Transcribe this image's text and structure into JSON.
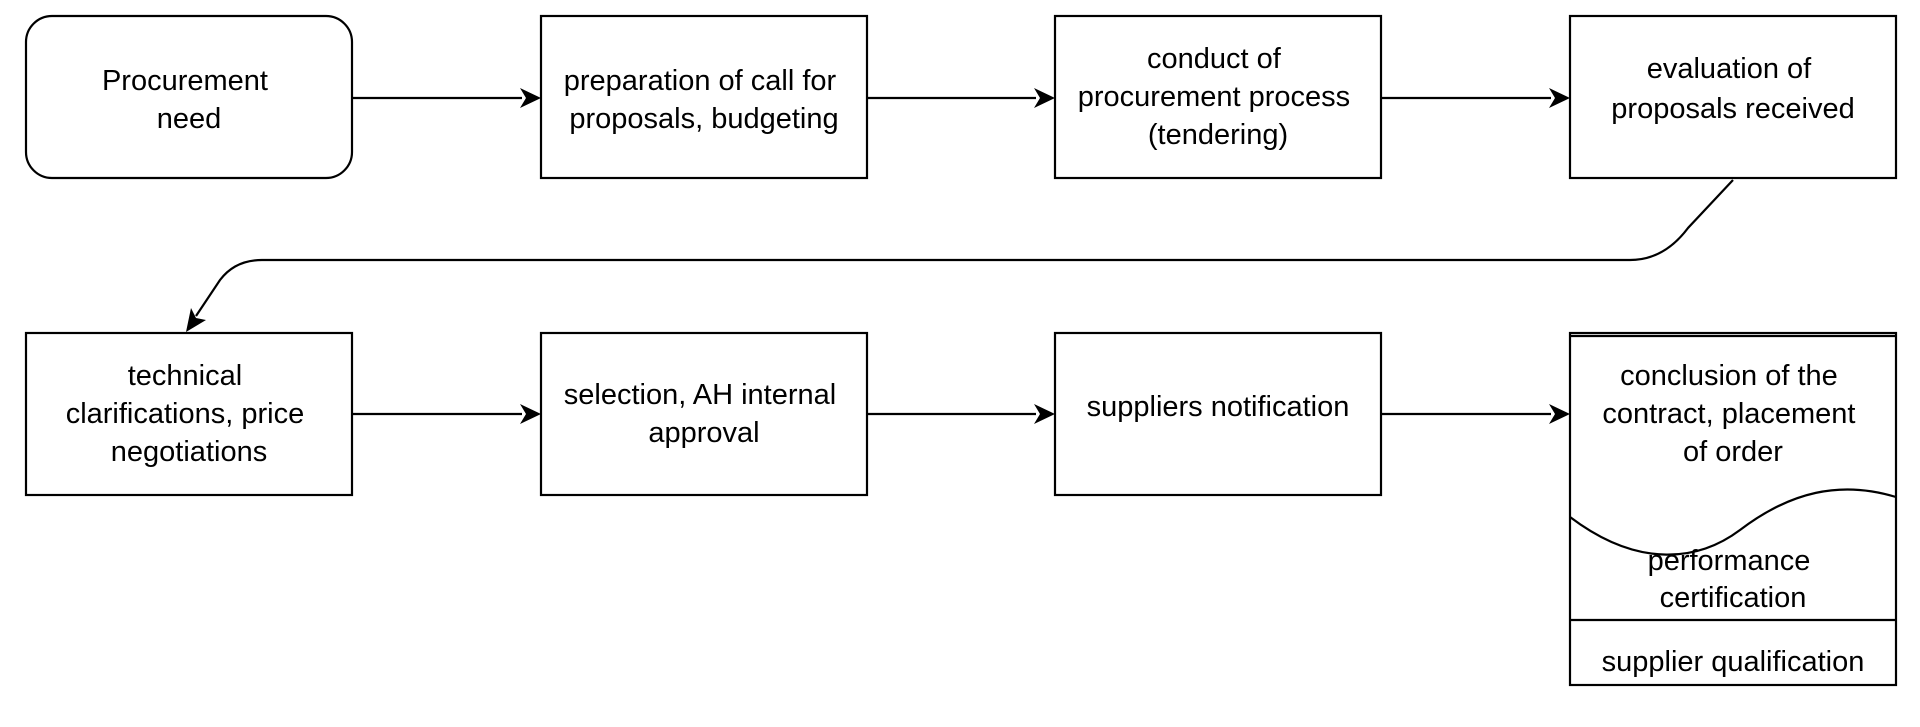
{
  "nodes": {
    "procurement_need": [
      "Procurement",
      "need"
    ],
    "preparation": [
      "preparation of call for",
      "proposals, budgeting"
    ],
    "conduct": [
      "conduct of",
      "procurement process",
      "(tendering)"
    ],
    "evaluation": [
      "evaluation of",
      "proposals received"
    ],
    "technical": [
      "technical",
      "clarifications, price",
      "negotiations"
    ],
    "selection": [
      "selection, AH internal",
      "approval"
    ],
    "notification": [
      "suppliers notification"
    ],
    "conclusion": [
      "conclusion of the",
      "contract, placement",
      "of order"
    ],
    "performance": [
      "performance",
      "certification"
    ],
    "supplier_qualification": [
      "supplier qualification"
    ]
  },
  "colors": {
    "stroke": "#000000",
    "fill": "#ffffff",
    "text": "#000000"
  }
}
